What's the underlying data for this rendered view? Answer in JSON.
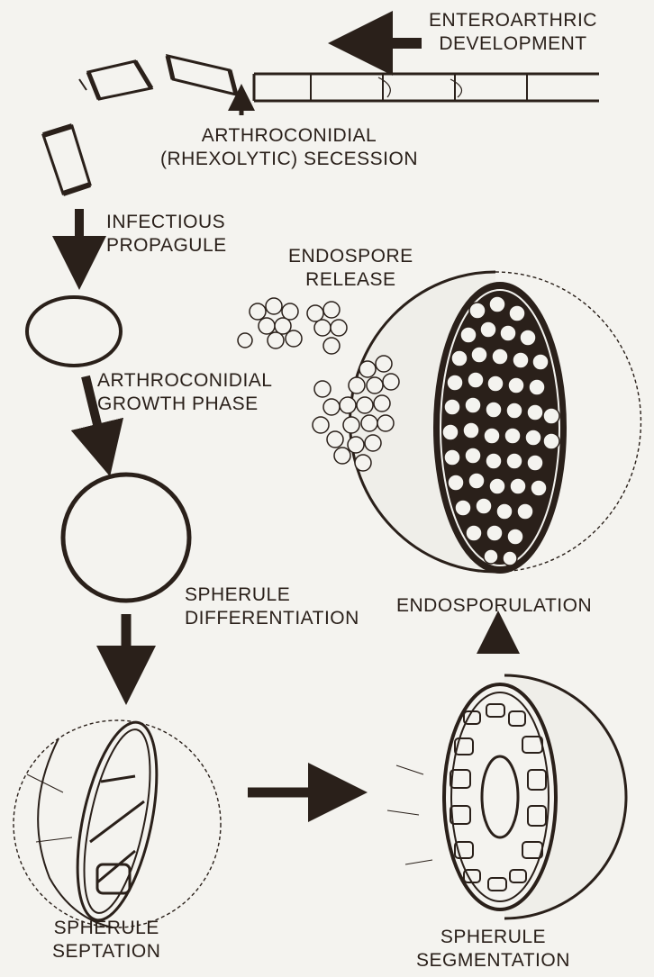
{
  "labels": {
    "enteroarthric": [
      "ENTEROARTHRIC",
      "DEVELOPMENT"
    ],
    "secession": [
      "ARTHROCONIDIAL",
      "(RHEXOLYTIC) SECESSION"
    ],
    "propagule": [
      "INFECTIOUS",
      "PROPAGULE"
    ],
    "endospore_release": [
      "ENDOSPORE",
      "RELEASE"
    ],
    "growth": [
      "ARTHROCONIDIAL",
      "GROWTH PHASE"
    ],
    "differentiation": [
      "SPHERULE",
      "DIFFERENTIATION"
    ],
    "endosporulation": "ENDOSPORULATION",
    "septation": [
      "SPHERULE",
      "SEPTATION"
    ],
    "segmentation": [
      "SPHERULE",
      "SEGMENTATION"
    ]
  },
  "colors": {
    "background": "#f4f3ef",
    "ink": "#2a201a"
  }
}
